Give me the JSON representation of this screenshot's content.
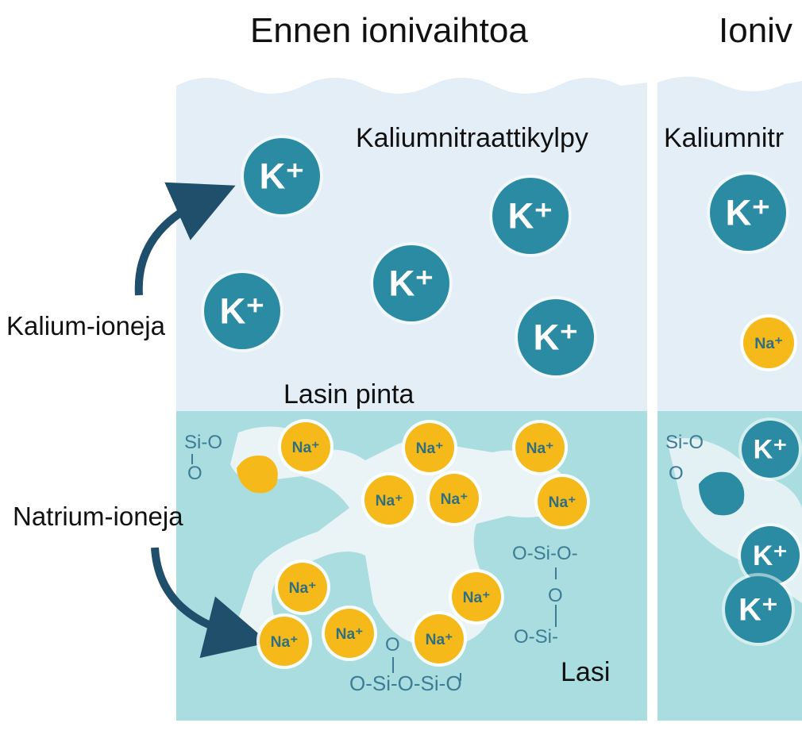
{
  "panels": [
    {
      "title": "Ennen ionivaihtoa",
      "bath_label": "Kaliumnitraattikylpy",
      "surface_label": "Lasin pinta",
      "glass_label": "Lasi"
    },
    {
      "title": "Ioniv",
      "bath_label": "Kaliumnitr"
    }
  ],
  "side_labels": {
    "potassium": "Kalium-ioneja",
    "sodium": "Natrium-ioneja"
  },
  "ions": {
    "potassium": "K⁺",
    "sodium": "Na⁺"
  },
  "chemistry": {
    "si_o": "Si-O",
    "o": "O",
    "o_si_o": "O-Si-O-",
    "o_si": "O-Si-",
    "chain": "O-Si-O-Si-O"
  },
  "colors": {
    "bath": "#e4eef6",
    "glass": "#a9dde0",
    "potassium_ion": "#2a8ba3",
    "sodium_ion": "#f6b91a",
    "arrow": "#1f4f6a",
    "chem_text": "#3d7c95"
  }
}
